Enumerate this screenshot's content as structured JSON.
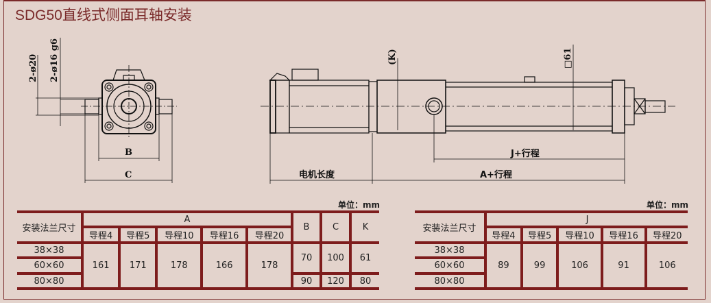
{
  "title": "SDG50直线式侧面耳轴安装",
  "drawing": {
    "dim_phi20": "2-ø20",
    "dim_phi16": "2-ø16 g6",
    "label_B": "B",
    "label_C": "C",
    "label_K": "(K)",
    "label_61": "□61",
    "motor_length": "电机长度",
    "j_stroke": "J+行程",
    "a_stroke": "A+行程"
  },
  "table_a": {
    "unit": "单位：mm",
    "col_flange": "安装法兰尺寸",
    "group": "A",
    "leads": [
      "导程4",
      "导程5",
      "导程10",
      "导程16",
      "导程20"
    ],
    "col_B": "B",
    "col_C": "C",
    "col_K": "K",
    "flanges": [
      "38×38",
      "60×60",
      "80×80"
    ],
    "a_values": [
      "161",
      "171",
      "178",
      "166",
      "178"
    ],
    "row_small": {
      "B": "70",
      "C": "100",
      "K": "61"
    },
    "row_large": {
      "B": "90",
      "C": "120",
      "K": "80"
    }
  },
  "table_j": {
    "unit": "单位：mm",
    "col_flange": "安装法兰尺寸",
    "group": "J",
    "leads": [
      "导程4",
      "导程5",
      "导程10",
      "导程16",
      "导程20"
    ],
    "flanges": [
      "38×38",
      "60×60",
      "80×80"
    ],
    "j_values": [
      "89",
      "99",
      "106",
      "91",
      "106"
    ]
  }
}
